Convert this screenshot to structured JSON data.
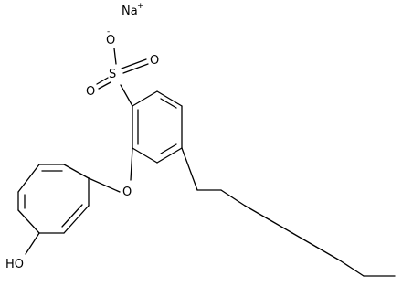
{
  "molecule": {
    "atoms": {
      "sodium": "Na",
      "sodium_charge": "+",
      "sulfur": "S",
      "oxygen_top": "O",
      "oxygen_top_charge": "-",
      "oxygen_right": "O",
      "oxygen_left": "O",
      "ether_oxygen": "O",
      "hydroxyl": "HO"
    },
    "colors": {
      "bond": "#000000",
      "text": "#000000",
      "background": "#ffffff"
    }
  }
}
